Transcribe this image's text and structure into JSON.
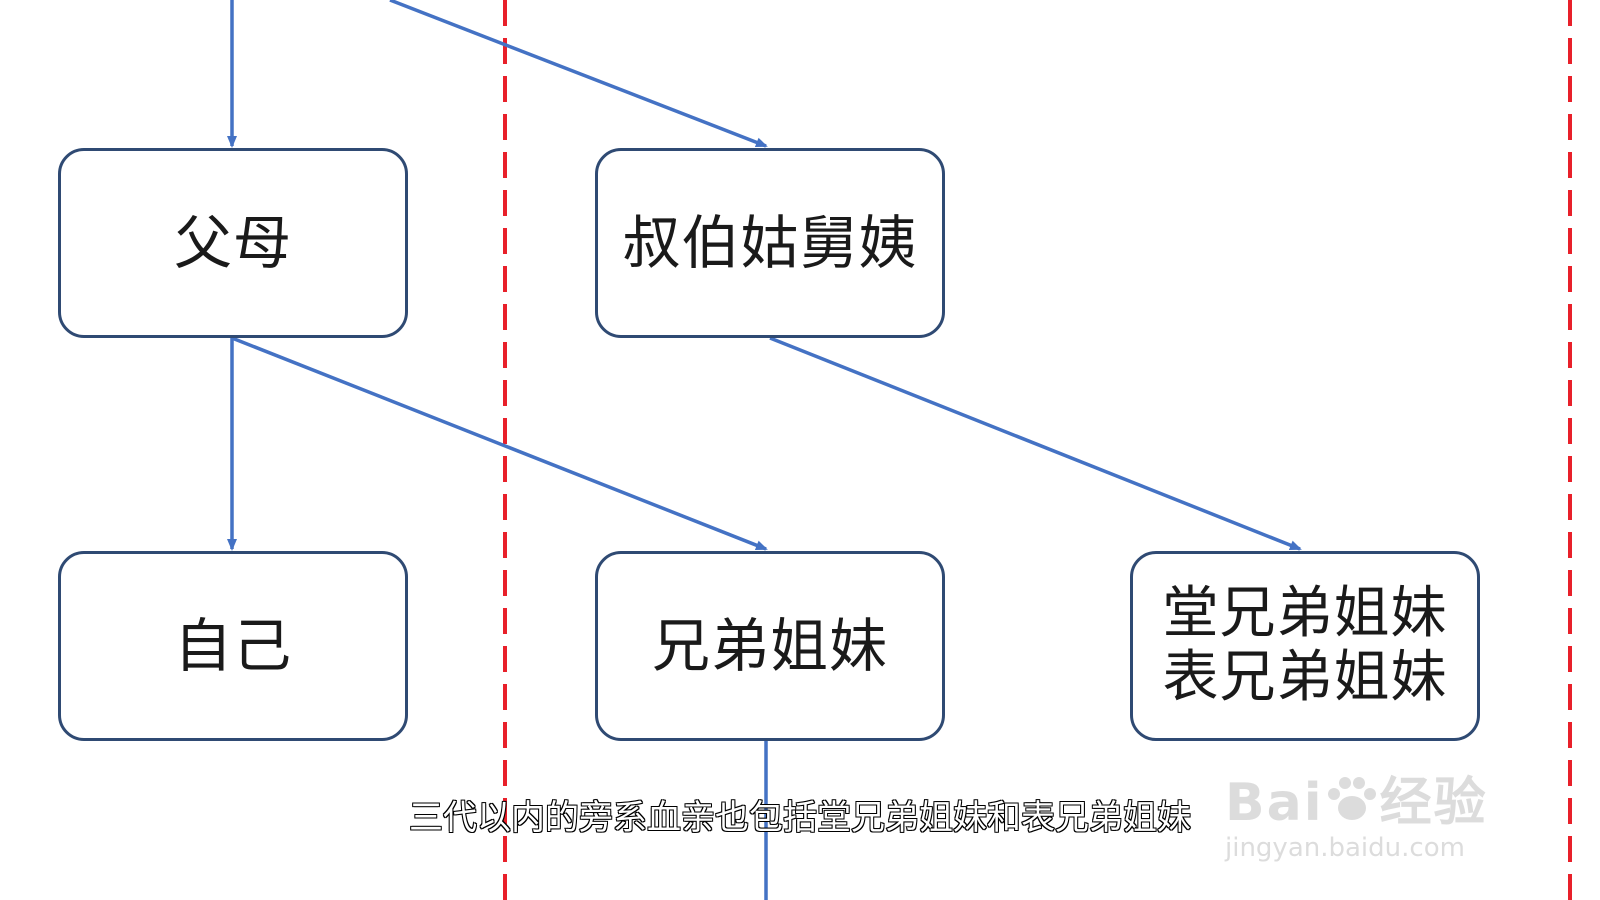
{
  "nodes": {
    "parents": "父母",
    "uncles_aunts": "叔伯姑舅姨",
    "self": "自己",
    "siblings": "兄弟姐妹",
    "cousins_line1": "堂兄弟姐妹",
    "cousins_line2": "表兄弟姐妹"
  },
  "caption": "三代以内的旁系血亲也包括堂兄弟姐妹和表兄弟姐妹",
  "watermark": {
    "brand_left": "Bai",
    "brand_right": "经验",
    "url": "jingyan.baidu.com"
  },
  "colors": {
    "arrow": "#4472c4",
    "node_border": "#2f4a73",
    "divider": "#e8202a"
  },
  "icons": {
    "watermark_logo": "paw-icon"
  }
}
